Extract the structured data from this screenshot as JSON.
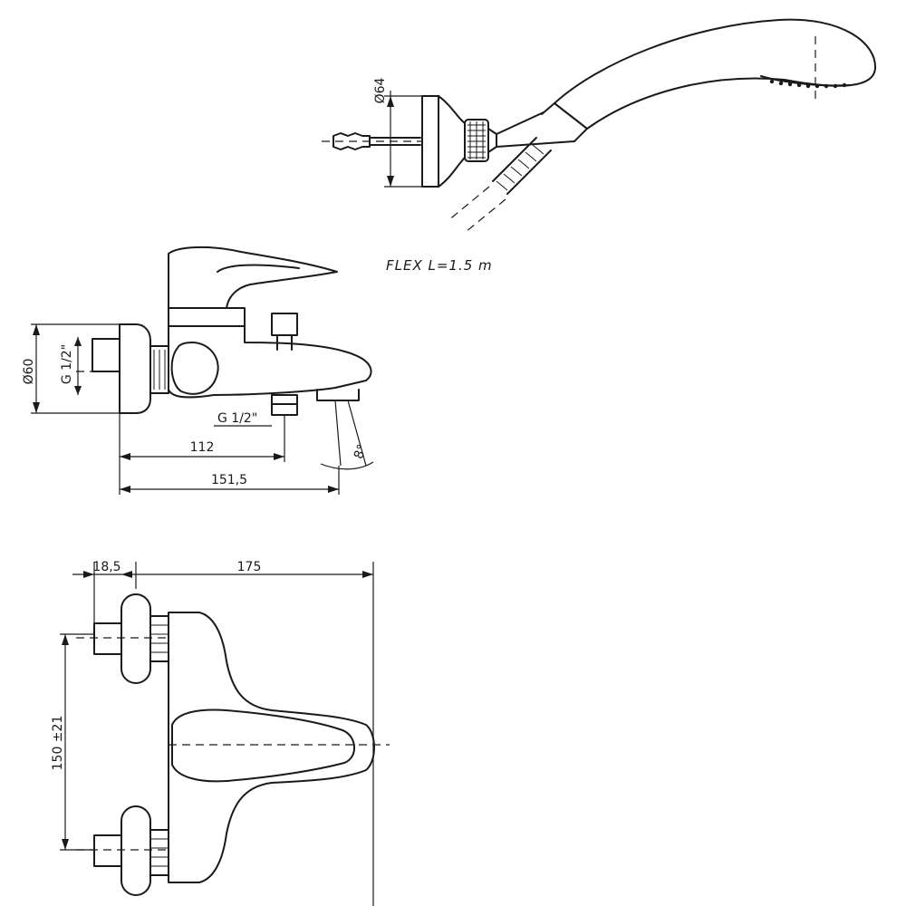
{
  "hand_shower": {
    "diameter_label": "Ø64",
    "hose_note": "FLEX L=1.5 m"
  },
  "side_view": {
    "inlet_diameter_label": "Ø60",
    "thread_label_inlet": "G 1/2\"",
    "thread_label_outlet": "G 1/2\"",
    "dim_112": "112",
    "dim_151_5": "151,5",
    "angle_label": "8°"
  },
  "top_view": {
    "dim_18_5": "18,5",
    "dim_175": "175",
    "dim_150": "150 ±21"
  }
}
